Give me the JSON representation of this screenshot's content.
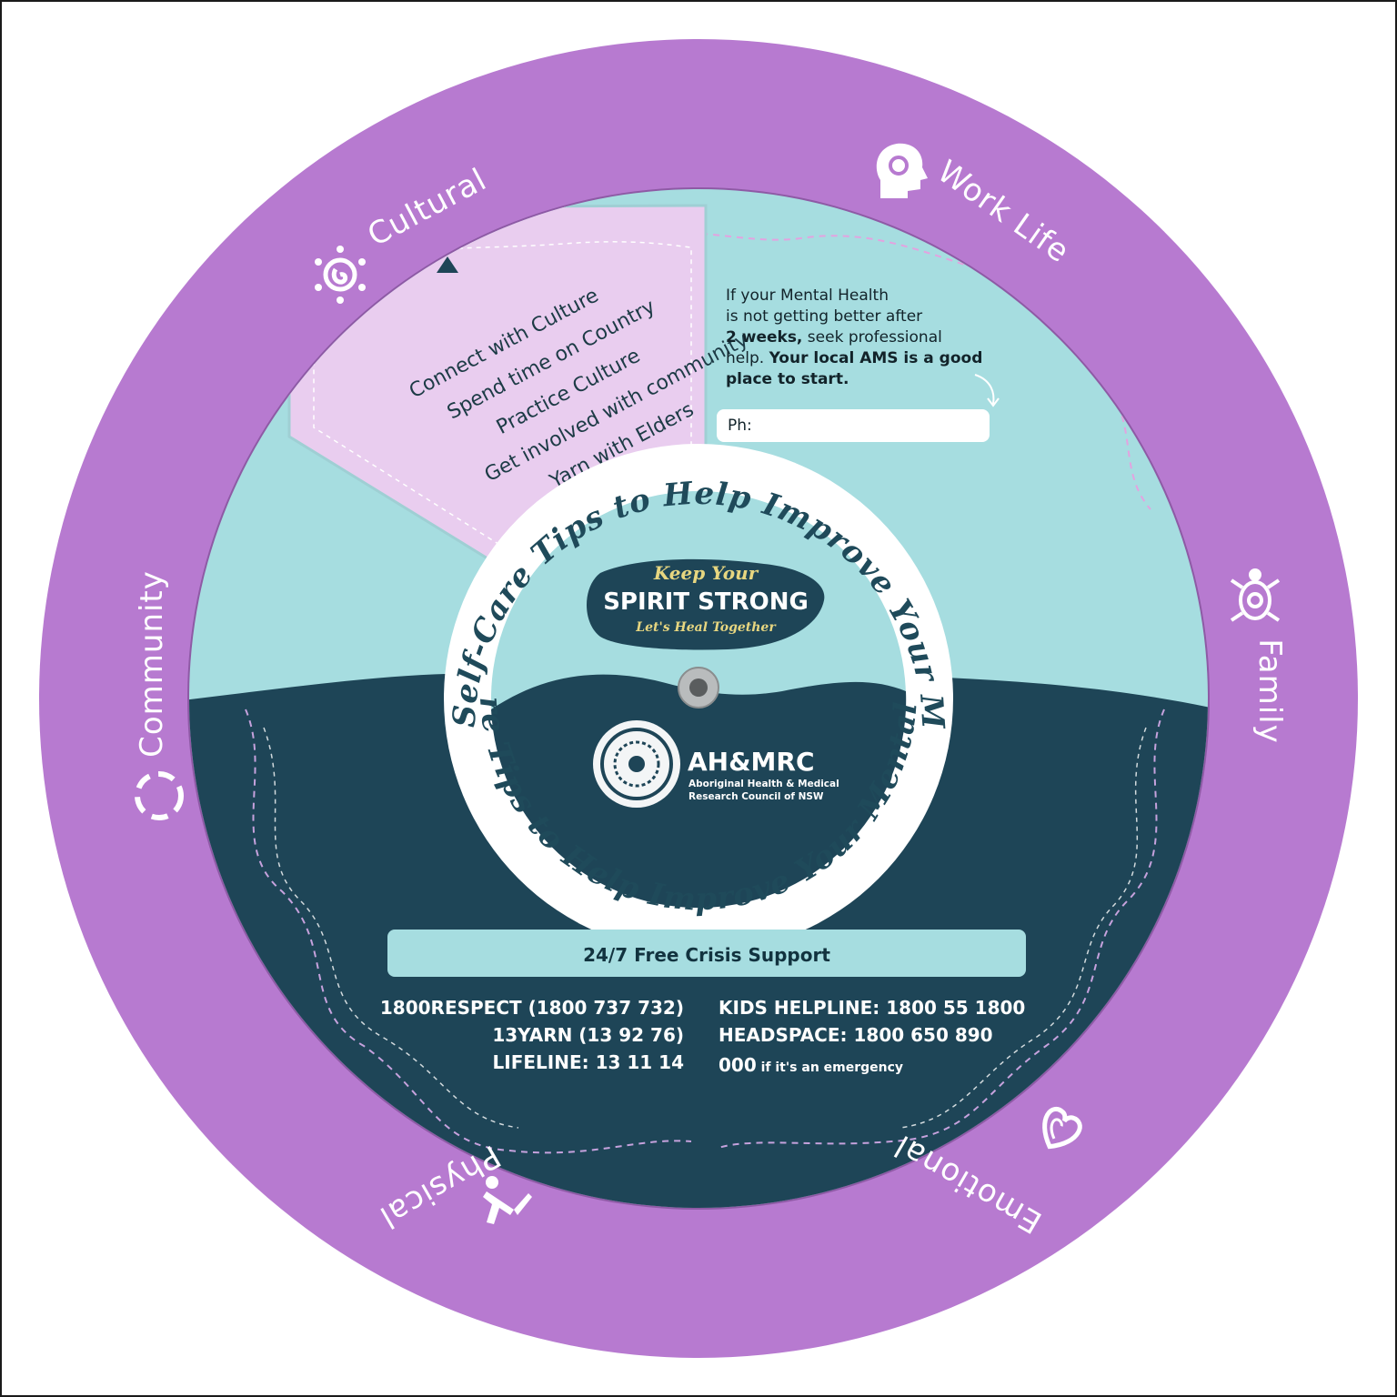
{
  "ring": {
    "categories": [
      {
        "label": "Cultural",
        "icon": "sun-spiral-icon"
      },
      {
        "label": "Work Life",
        "icon": "head-gear-icon"
      },
      {
        "label": "Family",
        "icon": "turtle-icon"
      },
      {
        "label": "Emotional",
        "icon": "heart-icon"
      },
      {
        "label": "Physical",
        "icon": "person-stretching-icon"
      },
      {
        "label": "Community",
        "icon": "community-circle-icon"
      }
    ]
  },
  "window": {
    "tips": [
      "Connect with Culture",
      "Spend time on Country",
      "Practice Culture",
      "Get involved with community",
      "Yarn with Elders"
    ]
  },
  "info": {
    "line1": "If your Mental Health",
    "line2": "is not getting better after",
    "line3_bold": "2 weeks,",
    "line3_rest": " seek professional",
    "line4_plain": "help. ",
    "line4_bold": "Your local AMS is a good",
    "line5_bold": "place to start.",
    "phone_label": "Ph:"
  },
  "center": {
    "arc_text": "Self-Care Tips to Help Improve Your Mental Health",
    "logo_top": "Keep Your",
    "logo_main": "SPIRIT STRONG",
    "logo_sub": "Let's Heal Together",
    "org_name": "AH&MRC",
    "org_full_1": "Aboriginal Health & Medical",
    "org_full_2": "Research Council of NSW"
  },
  "crisis": {
    "title": "24/7 Free Crisis Support",
    "left": [
      "1800RESPECT (1800 737 732)",
      "13YARN (13 92 76)",
      "LIFELINE: 13 11 14"
    ],
    "right": [
      "KIDS HELPLINE: 1800 55 1800",
      "HEADSPACE: 1800 650 890"
    ],
    "emergency_number": "000",
    "emergency_note": " if it's an emergency"
  },
  "colors": {
    "ring_purple": "#b77ad0",
    "mint": "#a6dde0",
    "navy": "#1e4557",
    "lilac": "#e9cdef",
    "gold": "#e7d680"
  }
}
